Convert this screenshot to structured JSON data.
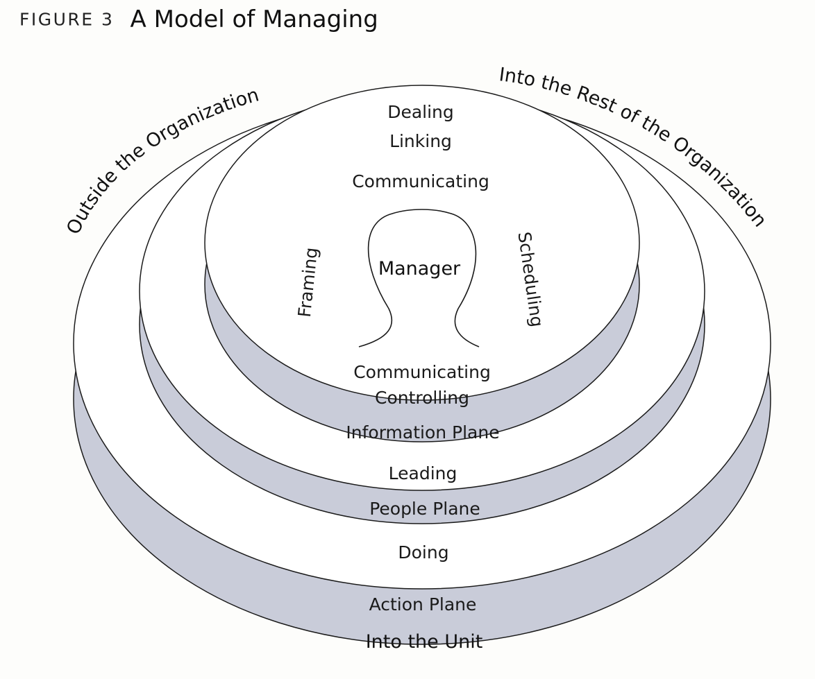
{
  "header": {
    "figure_label": "FIGURE 3",
    "title": "A Model of Managing"
  },
  "diagram": {
    "outer_arc_left": "Outside the Organization",
    "outer_arc_right": "Into the Rest of the Organization",
    "bottom_label": "Into the Unit",
    "rings": {
      "outer": {
        "top_label": "Dealing",
        "inner_label": "Doing",
        "plane_label": "Action Plane"
      },
      "middle": {
        "top_label": "Linking",
        "inner_label": "Leading",
        "plane_label": "People Plane"
      },
      "inner": {
        "top_label": "Communicating",
        "plane_label": "Information Plane"
      }
    },
    "center": {
      "manager": "Manager",
      "left_role": "Framing",
      "right_role": "Scheduling",
      "bottom_role_1": "Communicating",
      "bottom_role_2": "Controlling"
    },
    "colors": {
      "plane_fill": "#c9ccd9",
      "surface_fill": "#ffffff",
      "stroke": "#1a1a1a"
    }
  }
}
